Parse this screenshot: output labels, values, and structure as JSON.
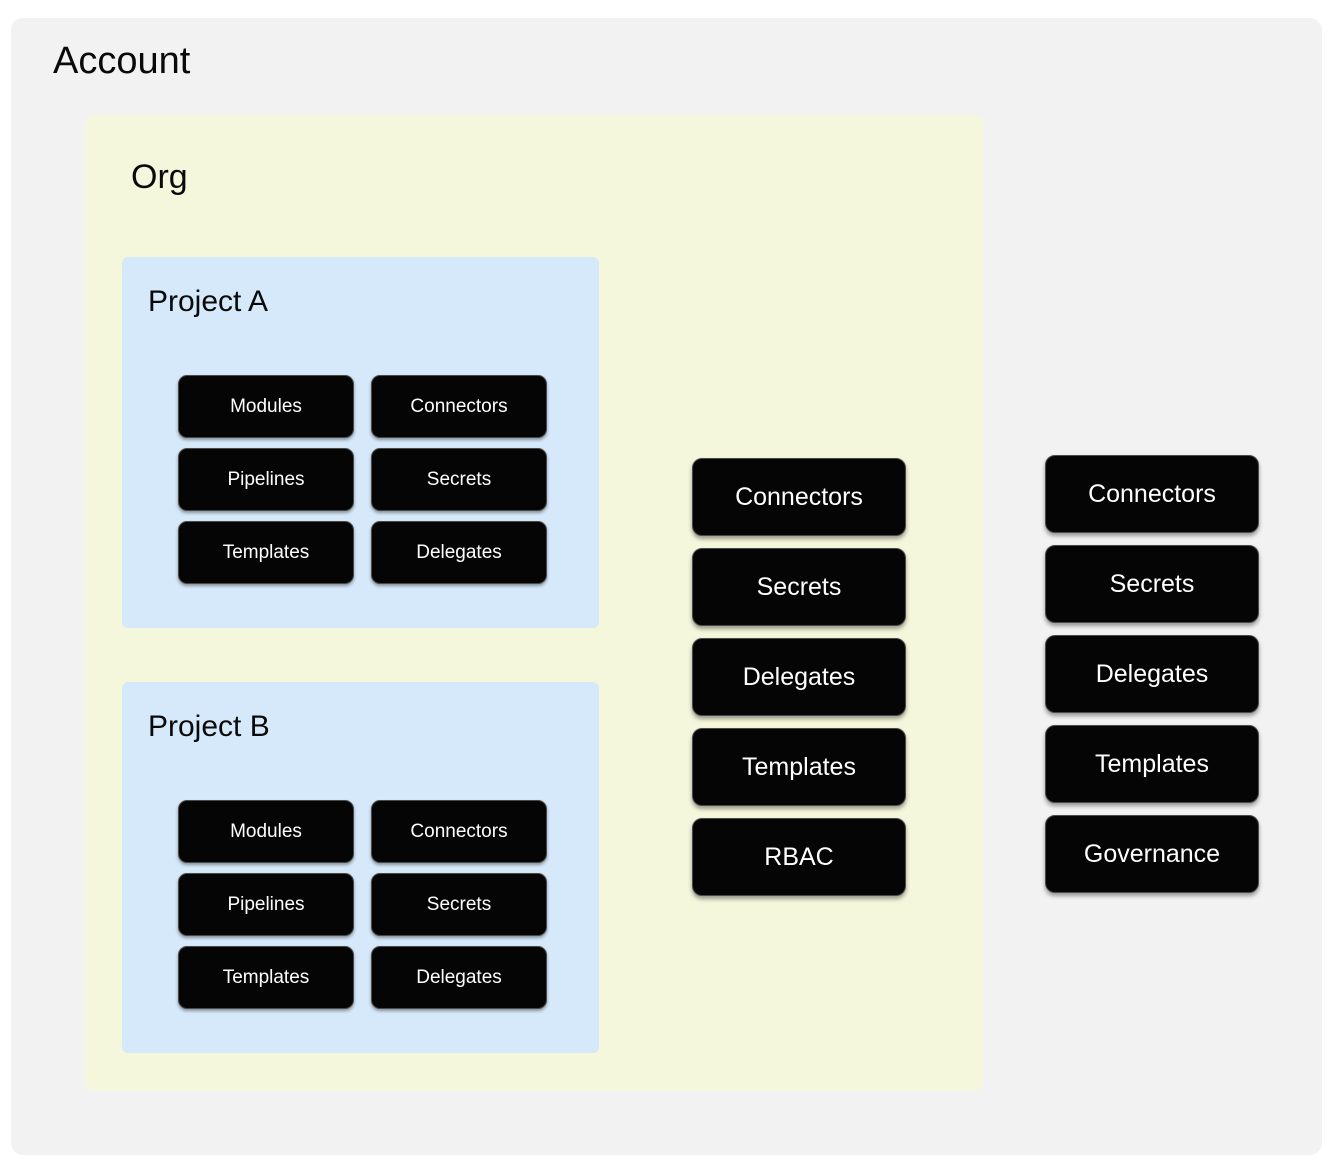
{
  "diagram": {
    "account": {
      "title": "Account",
      "bg_color": "#f2f2f2"
    },
    "org": {
      "title": "Org",
      "bg_color": "#f5f7dd"
    },
    "projects": [
      {
        "title": "Project A",
        "bg_color": "#d6e9fa",
        "items": [
          "Modules",
          "Connectors",
          "Pipelines",
          "Secrets",
          "Templates",
          "Delegates"
        ]
      },
      {
        "title": "Project B",
        "bg_color": "#d6e9fa",
        "items": [
          "Modules",
          "Connectors",
          "Pipelines",
          "Secrets",
          "Templates",
          "Delegates"
        ]
      }
    ],
    "org_scope_items": [
      "Connectors",
      "Secrets",
      "Delegates",
      "Templates",
      "RBAC"
    ],
    "account_scope_items": [
      "Connectors",
      "Secrets",
      "Delegates",
      "Templates",
      "Governance"
    ],
    "chip_color": "#050505",
    "chip_text_color": "#ffffff"
  }
}
